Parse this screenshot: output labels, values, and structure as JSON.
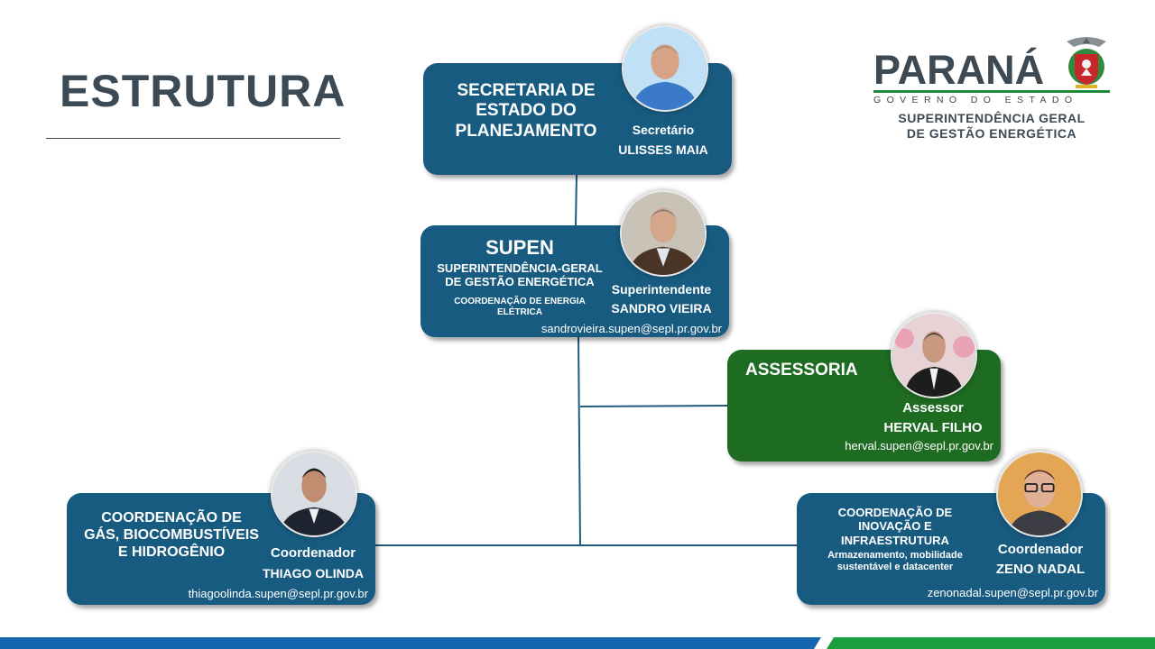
{
  "page": {
    "title": "ESTRUTURA"
  },
  "logo": {
    "wordmark": "PARANÁ",
    "subtitle": "GOVERNO DO ESTADO",
    "unit_line1": "SUPERINTENDÊNCIA GERAL",
    "unit_line2": "DE GESTÃO ENERGÉTICA",
    "crest_icon": "state-coat-of-arms"
  },
  "colors": {
    "box_blue": "#185b80",
    "box_green": "#1e6b22",
    "title": "#3b4a55",
    "bar_blue": "#1565b0",
    "bar_green": "#1b9e3e"
  },
  "nodes": {
    "secretaria": {
      "name_lines": [
        "SECRETARIA DE",
        "ESTADO DO",
        "PLANEJAMENTO"
      ],
      "role": "Secretário",
      "person": "ULISSES MAIA"
    },
    "supen": {
      "acronym": "SUPEN",
      "name_line1": "SUPERINTENDÊNCIA-GERAL",
      "name_line2": "DE GESTÃO ENERGÉTICA",
      "sub_line1": "COORDENAÇÃO DE ENERGIA",
      "sub_line2": "ELÉTRICA",
      "role": "Superintendente",
      "person": "SANDRO VIEIRA",
      "email": "sandrovieira.supen@sepl.pr.gov.br"
    },
    "assessoria": {
      "name": "ASSESSORIA",
      "role": "Assessor",
      "person": "HERVAL FILHO",
      "email": "herval.supen@sepl.pr.gov.br"
    },
    "gas": {
      "name_lines": [
        "COORDENAÇÃO DE",
        "GÁS, BIOCOMBUSTÍVEIS",
        "E HIDROGÊNIO"
      ],
      "role": "Coordenador",
      "person": "THIAGO OLINDA",
      "email": "thiagoolinda.supen@sepl.pr.gov.br"
    },
    "inovacao": {
      "name_lines": [
        "COORDENAÇÃO DE",
        "INOVAÇÃO E",
        "INFRAESTRUTURA"
      ],
      "detail_line1": "Armazenamento, mobilidade",
      "detail_line2": "sustentável e datacenter",
      "role": "Coordenador",
      "person": "ZENO NADAL",
      "email": "zenonadal.supen@sepl.pr.gov.br"
    }
  }
}
